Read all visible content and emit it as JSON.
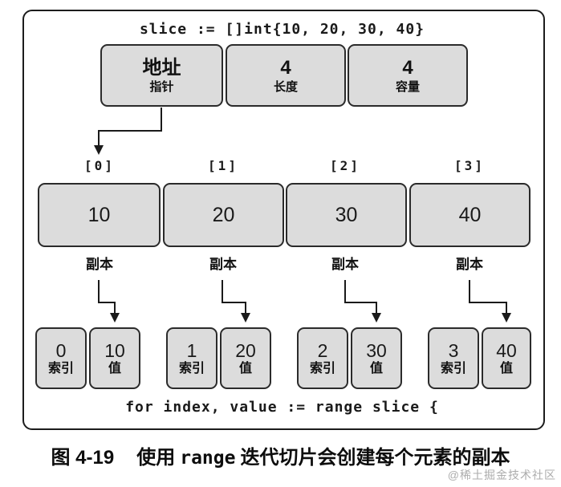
{
  "diagram": {
    "code_top": "slice := []int{10, 20, 30, 40}",
    "header_boxes": [
      {
        "value": "地址",
        "label": "指针"
      },
      {
        "value": "4",
        "label": "长度"
      },
      {
        "value": "4",
        "label": "容量"
      }
    ],
    "elements": [
      {
        "index_label": "[0]",
        "value": "10",
        "copy_label": "副本",
        "copy_index": "0",
        "copy_index_caption": "索引",
        "copy_value": "10",
        "copy_value_caption": "值"
      },
      {
        "index_label": "[1]",
        "value": "20",
        "copy_label": "副本",
        "copy_index": "1",
        "copy_index_caption": "索引",
        "copy_value": "20",
        "copy_value_caption": "值"
      },
      {
        "index_label": "[2]",
        "value": "30",
        "copy_label": "副本",
        "copy_index": "2",
        "copy_index_caption": "索引",
        "copy_value": "30",
        "copy_value_caption": "值"
      },
      {
        "index_label": "[3]",
        "value": "40",
        "copy_label": "副本",
        "copy_index": "3",
        "copy_index_caption": "索引",
        "copy_value": "40",
        "copy_value_caption": "值"
      }
    ],
    "code_bottom": "for index, value := range slice {"
  },
  "caption": {
    "figure_number": "图 4-19",
    "pre_code": "使用",
    "code": "range",
    "post_code": "迭代切片会创建每个元素的副本"
  },
  "watermark": "@稀土掘金技术社区",
  "colors": {
    "box_fill": "#dcdcdc",
    "box_border": "#2b2b2b",
    "line": "#1a1a1a",
    "frame_border": "#1c1c1c",
    "watermark": "#9e9e9e"
  }
}
